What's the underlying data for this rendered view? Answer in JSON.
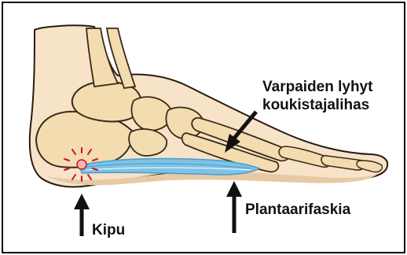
{
  "labels": {
    "muscle_line1": "Varpaiden lyhyt",
    "muscle_line2": "koukistajalihas",
    "fascia": "Plantaarifaskia",
    "pain": "Kipu"
  },
  "colors": {
    "frame": "#111111",
    "skin": "#f6e3c8",
    "skin_shadow": "#e8c9a3",
    "bone": "#f3dcaf",
    "bone_outline": "#3a2a1a",
    "fascia_blue": "#7ec3e6",
    "fascia_blue_dark": "#4a9cc9",
    "pain_red": "#c8102e",
    "arrow": "#111111"
  },
  "icons": [
    "pain-burst-icon",
    "up-arrow-icon",
    "diagonal-arrow-icon"
  ]
}
